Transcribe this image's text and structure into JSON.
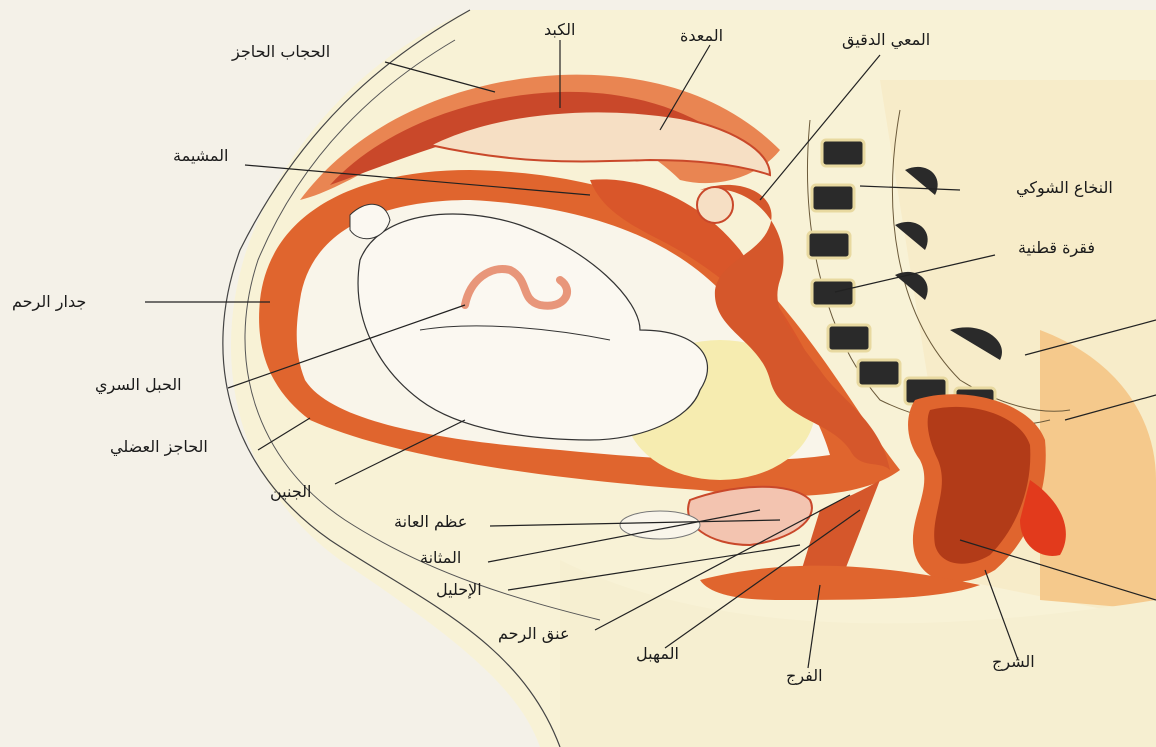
{
  "labels": {
    "diaphragm": "الحجاب الحاجز",
    "liver": "الكبد",
    "stomach": "المعدة",
    "small_intestine": "المعي الدقيق",
    "placenta": "المشيمة",
    "spinal_cord": "النخاع الشوكي",
    "lumbar_vertebra": "فقرة قطنية",
    "uterine_wall": "جدار الرحم",
    "umbilical_cord": "الحبل السري",
    "muscular_wall": "الحاجز العضلي",
    "fetus": "الجنين",
    "pubic_bone": "عظم العانة",
    "bladder": "المثانة",
    "urethra": "الإحليل",
    "cervix": "عنق الرحم",
    "vagina": "المهبل",
    "vulva": "الفرج",
    "anus": "الشرج"
  },
  "colors": {
    "background": "#f4f1e8",
    "uterus": "#e0652e",
    "liver": "#d4532a",
    "stomach": "#f6dfc4",
    "fluid": "#f6ecb0",
    "vertebra": "#2a2a2a",
    "rectum": "#b23b18"
  }
}
